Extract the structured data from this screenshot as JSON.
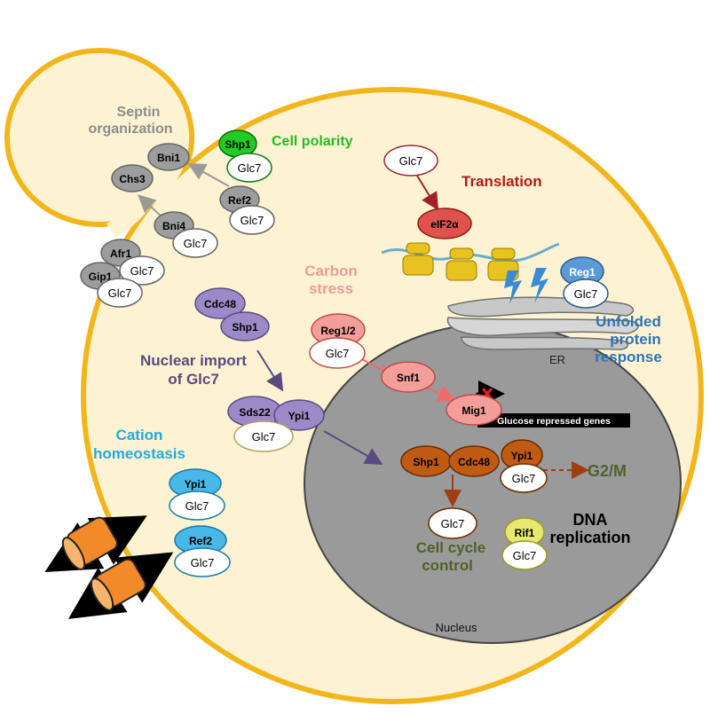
{
  "colors": {
    "cell_fill": "#fdf3d2",
    "cell_outline": "#f2b61c",
    "nucleus_fill": "#9a9a9a",
    "gray_protein": "#9d9d9d",
    "shp1_green": "#22cc22",
    "purple": "#9c8ac8",
    "brown": "#c15a12",
    "pink": "#f49e9a",
    "red_dark": "#e0524c",
    "blue_light": "#48b8e8",
    "blue_mid": "#5b9bd5",
    "yellow_green": "#e6e970",
    "text_gray": "#8c8c8c",
    "text_green": "#22bb22",
    "text_darkred": "#b01b1b",
    "text_pink": "#ef9a9a",
    "text_purple": "#5a4a80",
    "text_cyan": "#22aadd",
    "text_blue": "#2e75b6",
    "text_olive": "#4f6228",
    "transporter": "#f28a2a"
  },
  "labels": {
    "septin": [
      "Septin",
      "organization"
    ],
    "cell_polarity": "Cell polarity",
    "translation": "Translation",
    "carbon_stress": [
      "Carbon",
      "stress"
    ],
    "nuclear_import": [
      "Nuclear import",
      "of Glc7"
    ],
    "cation": [
      "Cation",
      "homeostasis"
    ],
    "unfolded": [
      "Unfolded",
      "protein",
      "response"
    ],
    "er": "ER",
    "glucose_genes": "Glucose repressed genes",
    "g2m": "G2/M",
    "dna_replication": [
      "DNA",
      "replication"
    ],
    "cell_cycle": [
      "Cell cycle",
      "control"
    ],
    "nucleus": "Nucleus"
  },
  "proteins": {
    "glc7": "Glc7",
    "shp1": "Shp1",
    "ref2": "Ref2",
    "bni1": "Bni1",
    "chs3": "Chs3",
    "bni4": "Bni4",
    "afr1": "Afr1",
    "gip1": "Gip1",
    "cdc48": "Cdc48",
    "sds22": "Sds22",
    "ypi1": "Ypi1",
    "reg1_2": "Reg1/2",
    "reg1": "Reg1",
    "snf1": "Snf1",
    "mig1": "Mig1",
    "eif2a": "eIF2α",
    "rif1": "Rif1"
  }
}
